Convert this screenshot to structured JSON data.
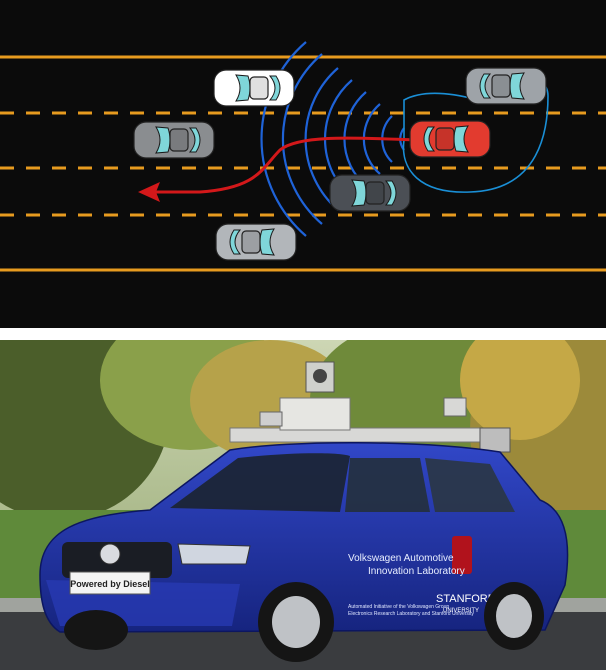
{
  "diagram": {
    "colors": {
      "road": "#0b0b0b",
      "lane_solid": "#e79b1f",
      "lane_dashed": "#e79b1f",
      "sensor_waves": "#1f63d8",
      "trajectory": "#d3181a",
      "envelope": "#1a8fd6",
      "ego_car": "#e23b2f"
    },
    "cars": [
      {
        "name": "white-car",
        "color": "#ffffff"
      },
      {
        "name": "grey-car-left",
        "color": "#8a8d90"
      },
      {
        "name": "grey-car-top-right",
        "color": "#9ea3a8"
      },
      {
        "name": "ego-red-car",
        "color": "#e23b2f"
      },
      {
        "name": "dark-car",
        "color": "#4b4f55"
      },
      {
        "name": "grey-car-bottom",
        "color": "#b2b6ba"
      }
    ]
  },
  "photo": {
    "grille_sign": "Powered by Diesel",
    "door_text_line1": "Volkswagen Automotive",
    "door_text_line2": "Innovation Laboratory",
    "sponsor_small_line1": "Automated Initiative of the Volkswagen Group",
    "sponsor_small_line2": "Electronics Research Laboratory and Stanford University",
    "university_name": "STANFORD",
    "university_sub": "UNIVERSITY",
    "colors": {
      "car_body": "#2233a8",
      "sky": "#b9c6a0",
      "grass": "#5f8a3a",
      "asphalt": "#3a3c3f"
    }
  }
}
